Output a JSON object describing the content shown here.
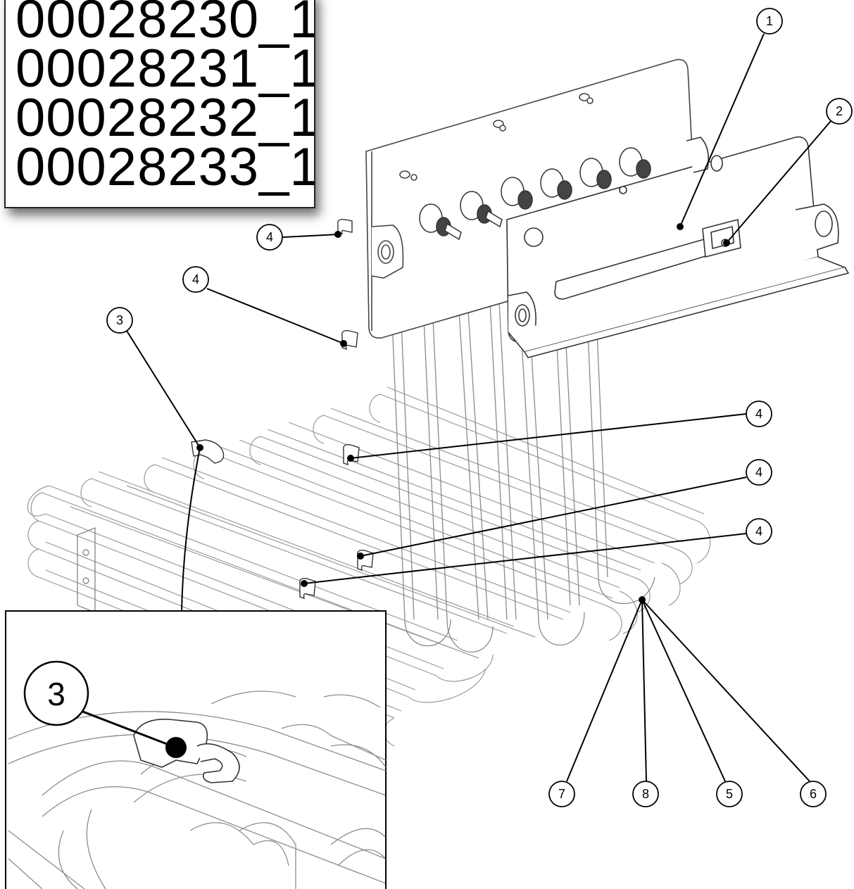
{
  "part_numbers": [
    "00028230_1",
    "00028231_1",
    "00028232_1",
    "00028233_1"
  ],
  "callouts": {
    "c1": "1",
    "c2": "2",
    "c3": "3",
    "c4a": "4",
    "c4b": "4",
    "c4c": "4",
    "c4d": "4",
    "c4e": "4",
    "c5": "5",
    "c6": "6",
    "c7": "7",
    "c8": "8"
  },
  "inset": {
    "callout": "3"
  }
}
